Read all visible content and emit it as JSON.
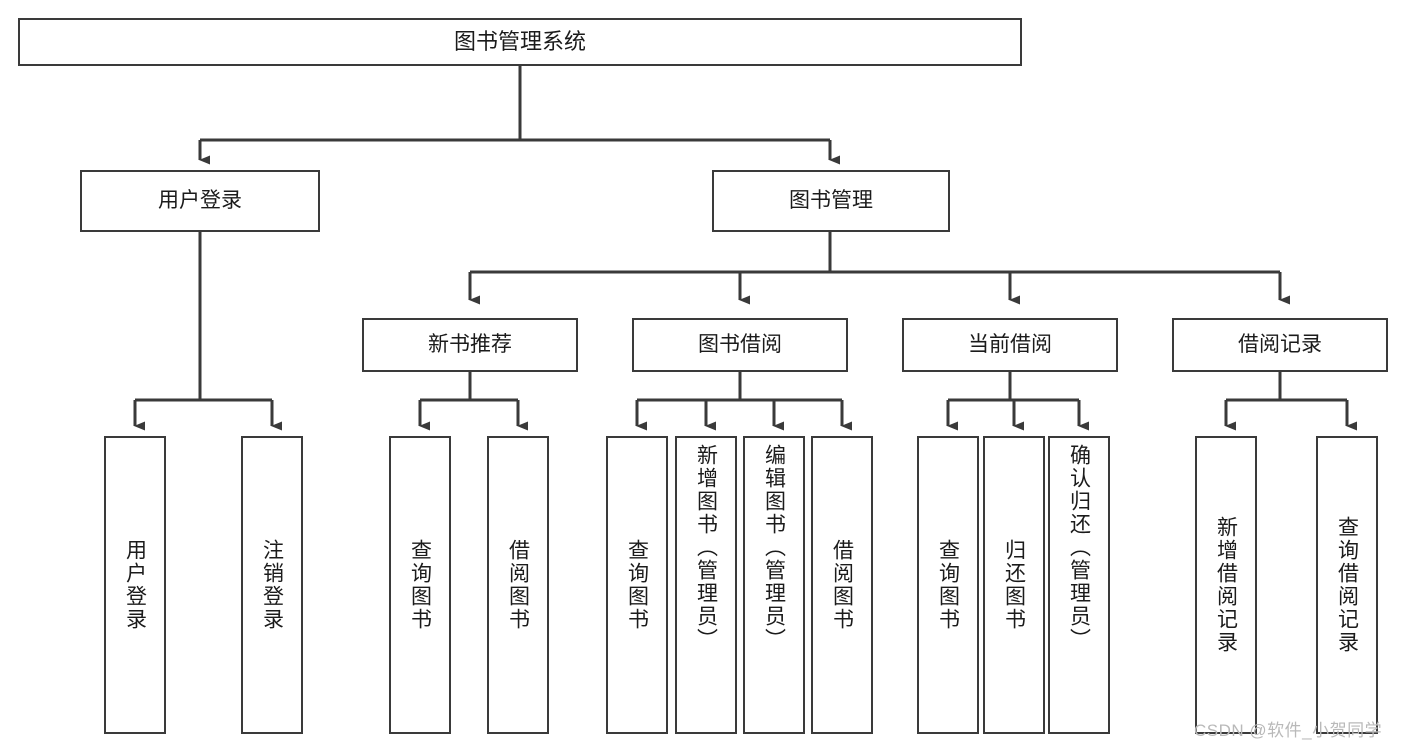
{
  "diagram": {
    "title": "图书管理系统",
    "type": "tree-hierarchy-chart",
    "watermark": "CSDN @软件_小贺同学",
    "colors": {
      "stroke": "#3a3a3a",
      "fill": "#ffffff",
      "text": "#1b1b1b",
      "watermark": "#b9b9b9"
    },
    "nodes": {
      "root": {
        "label": "图书管理系统"
      },
      "level2": [
        {
          "id": "user-login",
          "label": "用户登录"
        },
        {
          "id": "book-manage",
          "label": "图书管理"
        }
      ],
      "level3": [
        {
          "id": "new-book-recommend",
          "label": "新书推荐"
        },
        {
          "id": "book-borrow",
          "label": "图书借阅"
        },
        {
          "id": "current-borrow",
          "label": "当前借阅"
        },
        {
          "id": "borrow-record",
          "label": "借阅记录"
        }
      ],
      "leaves": {
        "user_login": [
          {
            "id": "leaf-user-login",
            "label": "用户登录"
          },
          {
            "id": "leaf-logout",
            "label": "注销登录"
          }
        ],
        "new_book_recommend": [
          {
            "id": "leaf-query-book-1",
            "label": "查询图书"
          },
          {
            "id": "leaf-borrow-book-1",
            "label": "借阅图书"
          }
        ],
        "book_borrow": [
          {
            "id": "leaf-query-book-2",
            "label": "查询图书"
          },
          {
            "id": "leaf-add-book",
            "label": "新增图书（管理员）"
          },
          {
            "id": "leaf-edit-book",
            "label": "编辑图书（管理员）"
          },
          {
            "id": "leaf-borrow-book-2",
            "label": "借阅图书"
          }
        ],
        "current_borrow": [
          {
            "id": "leaf-query-book-3",
            "label": "查询图书"
          },
          {
            "id": "leaf-return-book",
            "label": "归还图书"
          },
          {
            "id": "leaf-confirm-return",
            "label": "确认归还（管理员）"
          }
        ],
        "borrow_record": [
          {
            "id": "leaf-add-record",
            "label": "新增借阅记录"
          },
          {
            "id": "leaf-query-record",
            "label": "查询借阅记录"
          }
        ]
      }
    }
  }
}
